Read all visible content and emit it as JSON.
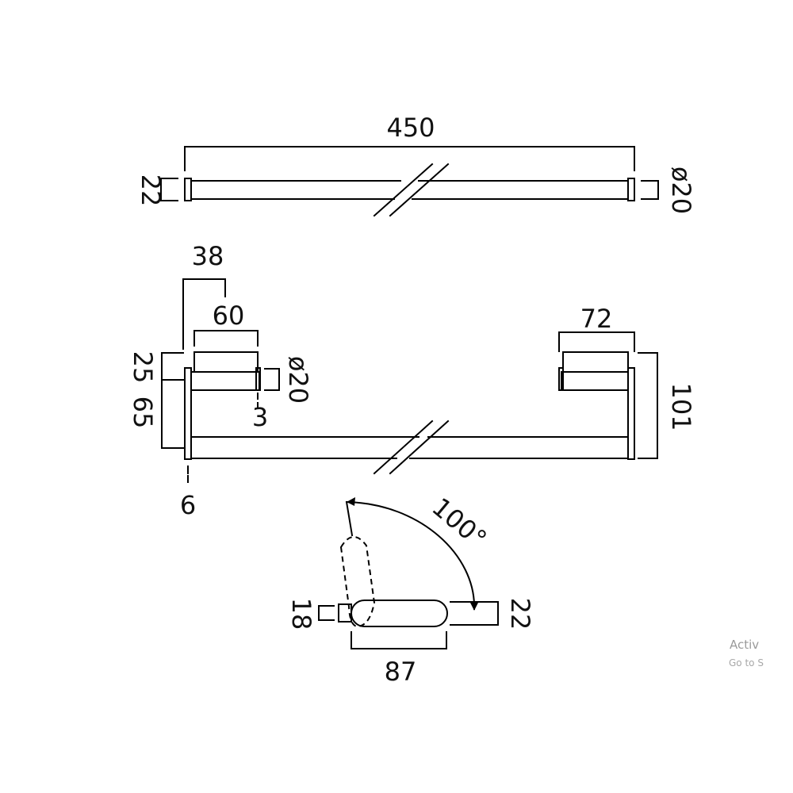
{
  "dimensions": {
    "overall_length": "450",
    "end_cap_left": "22",
    "bar_diameter_top": "ø20",
    "bracket_offset": "38",
    "bracket_depth": "60",
    "bracket_width_left": "25",
    "bracket_projection": "65",
    "bar_diameter_side": "ø20",
    "gap": "3",
    "wall_plate": "6",
    "bracket_width_right": "72",
    "overall_projection": "101",
    "swing_angle": "100°",
    "arm_thickness": "18",
    "arm_height": "22",
    "arm_length": "87"
  },
  "watermark": {
    "line1": "Activ",
    "line2": "Go to S"
  }
}
